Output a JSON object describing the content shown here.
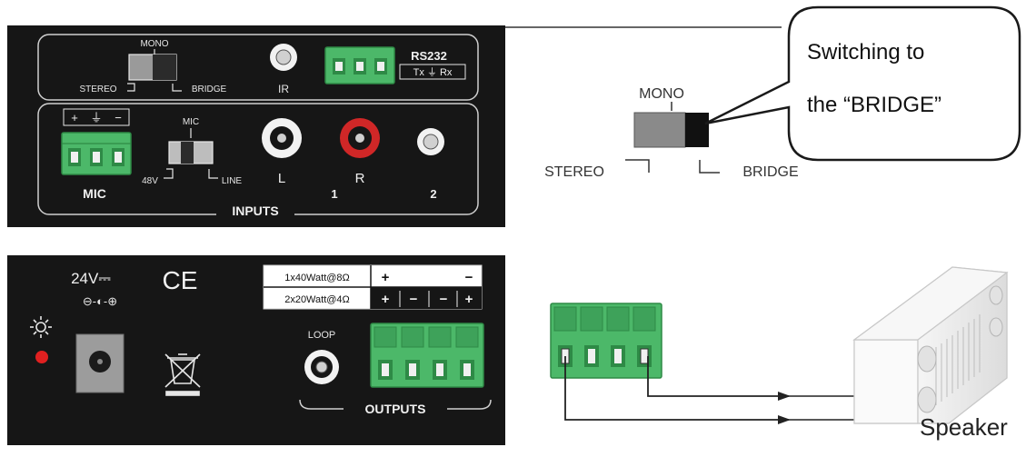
{
  "top_panel": {
    "mode_switch": {
      "top": "MONO",
      "left": "STEREO",
      "right": "BRIDGE"
    },
    "ir": "IR",
    "rs232": {
      "title": "RS232",
      "sub": "Tx ⏚ Rx"
    },
    "mic_terminal": {
      "plus": "+",
      "ground": "⏚",
      "minus": "−"
    },
    "mic_switch": {
      "top": "MIC",
      "left": "48V",
      "right": "LINE"
    },
    "rca_left": "L",
    "rca_right": "R",
    "input_1": "1",
    "input_2": "2",
    "mic_label": "MIC",
    "inputs_label": "INPUTS"
  },
  "bottom_panel": {
    "voltage": "24V⎓",
    "polarity": "⊖-◐-⊕",
    "ce": "CE",
    "outputs_table": {
      "row1": {
        "label": "1x40Watt@8Ω",
        "a": "+",
        "b": "−"
      },
      "row2": {
        "label": "2x20Watt@4Ω",
        "a": "+",
        "b": "−",
        "c": "−",
        "d": "+"
      }
    },
    "loop": "LOOP",
    "outputs_label": "OUTPUTS"
  },
  "detail_switch": {
    "top": "MONO",
    "left": "STEREO",
    "right": "BRIDGE"
  },
  "callout": {
    "line1": "Switching to",
    "line2": "the “BRIDGE”"
  },
  "speaker": {
    "label": "Speaker"
  },
  "colors": {
    "panel": "#161616",
    "terminal_green": "#4cb869",
    "terminal_dark": "#2e8a46",
    "rca_red": "#d02727",
    "led_red": "#e02020"
  }
}
